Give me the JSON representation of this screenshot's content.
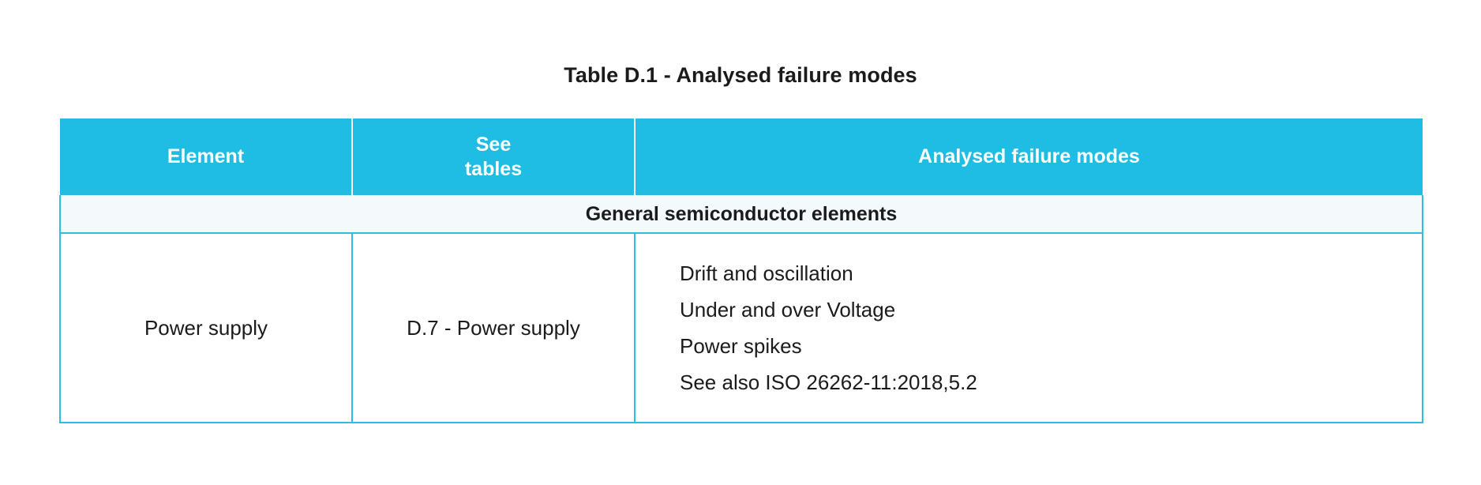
{
  "document": {
    "title": "Table D.1 - Analysed failure modes"
  },
  "table": {
    "caption": "Table D.1 - Analysed failure modes",
    "columns": [
      {
        "key": "element",
        "label": "Element"
      },
      {
        "key": "see_tables",
        "label": "See\ntables"
      },
      {
        "key": "modes",
        "label": "Analysed failure modes"
      }
    ],
    "header": {
      "col1": "Element",
      "col2_line1": "See",
      "col2_line2": "tables",
      "col3": "Analysed failure modes"
    },
    "sections": [
      {
        "section_title": "General semiconductor elements",
        "rows": [
          {
            "element": "Power supply",
            "see_tables": "D.7 - Power supply",
            "failure_modes": [
              "Drift and oscillation",
              "Under and over Voltage",
              "Power spikes",
              "See also ISO 26262-11:2018,5.2"
            ]
          }
        ]
      }
    ],
    "section_1_title": "General semiconductor elements",
    "row_1": {
      "element": "Power supply",
      "see_tables": "D.7 - Power supply",
      "mode_1": "Drift and oscillation",
      "mode_2": "Under and over Voltage",
      "mode_3": "Power spikes",
      "mode_4": "See also ISO 26262-11:2018,5.2"
    }
  },
  "colors": {
    "header_background": "#1FBCE3",
    "header_text": "#FFFFFF",
    "section_background": "#F4F9FC",
    "border": "#2CBFE6",
    "body_text": "#1B1B1B",
    "page_background": "#FFFFFF"
  }
}
